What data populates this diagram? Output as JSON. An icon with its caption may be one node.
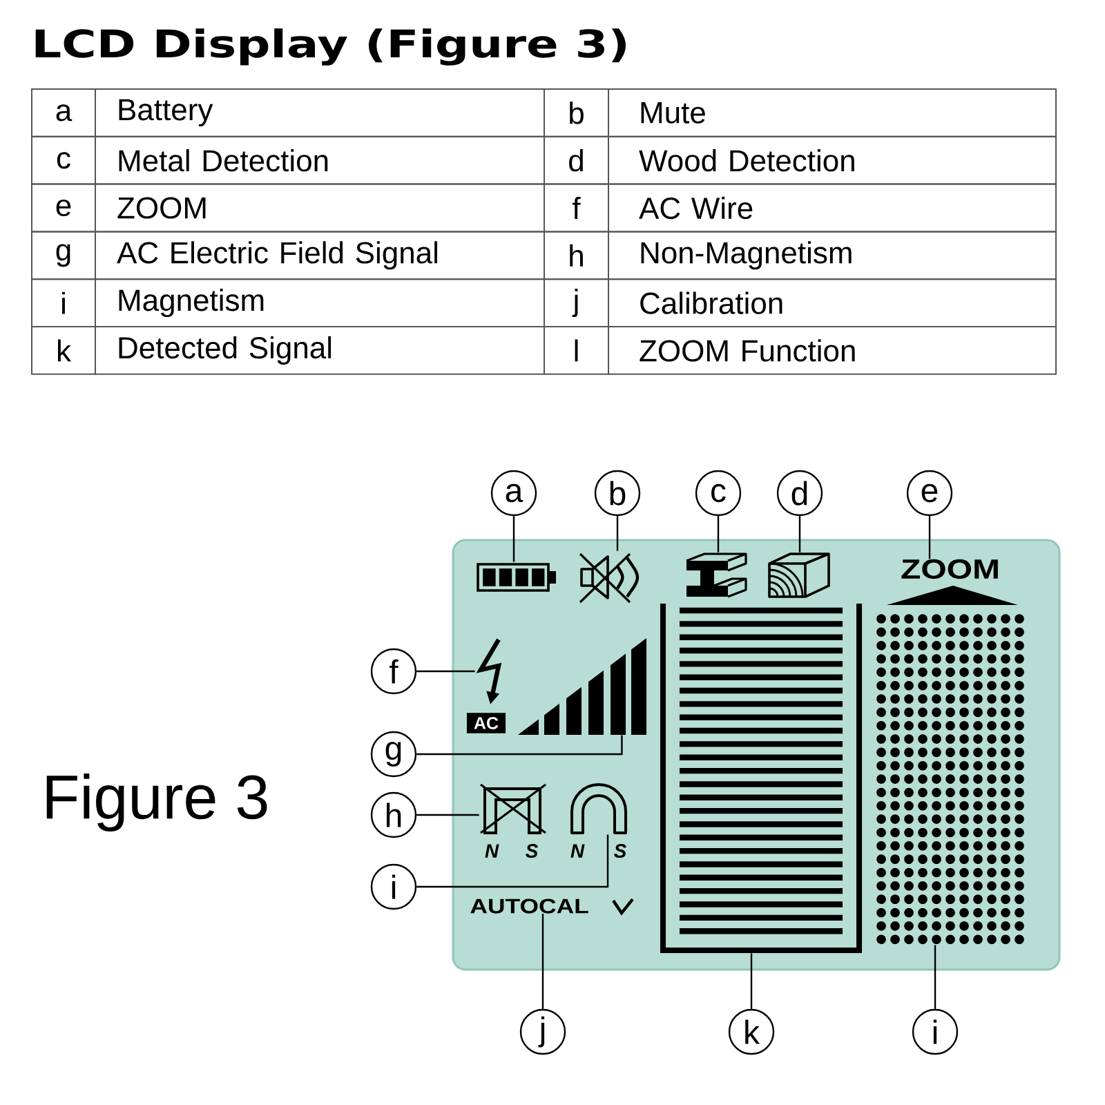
{
  "diagram": {
    "title": "LCD Display (Figure 3)",
    "nodes": [
      {
        "text": [
          "a"
        ]
      },
      {
        "text": [
          "b"
        ]
      },
      {
        "text": [
          "c"
        ]
      },
      {
        "text": [
          "d"
        ]
      },
      {
        "text": [
          "e"
        ]
      },
      {
        "text": [],
        "shape": "box"
      },
      {
        "text": [],
        "shape": "picture",
        "in": 5
      },
      {
        "text": [],
        "shape": "picture",
        "in": 5
      },
      {
        "text": [],
        "shape": "picture",
        "in": 5
      },
      {
        "text": [],
        "shape": "picture",
        "in": 5
      },
      {
        "text": [
          "ZOOM"
        ],
        "in": 5
      },
      {
        "text": [
          "f"
        ]
      },
      {
        "text": [],
        "shape": "picture",
        "in": 5
      },
      {
        "text": [
          "g"
        ]
      },
      {
        "text": [],
        "shape": "picture",
        "in": 5
      },
      {
        "text": [
          "h"
        ]
      },
      {
        "text": [],
        "shape": "picture",
        "in": 5,
        "beside": [
          "N",
          "S"
        ]
      },
      {
        "text": [
          "i"
        ]
      },
      {
        "text": [],
        "shape": "picture",
        "in": 5,
        "beside": [
          "N",
          "S"
        ]
      },
      {
        "text": [
          "AUTOCAL"
        ],
        "in": 5
      },
      {
        "text": [],
        "shape": "picture",
        "in": 5
      },
      {
        "text": [],
        "shape": "picture",
        "in": 5
      },
      {
        "text": [
          "j"
        ]
      },
      {
        "text": [
          "k"
        ]
      },
      {
        "text": [
          "i"
        ]
      }
    ],
    "edges": [
      {
        "from": 0,
        "to": 6,
        "arrow": "none"
      },
      {
        "from": 1,
        "to": 7,
        "arrow": "none"
      },
      {
        "from": 2,
        "to": 8,
        "arrow": "none"
      },
      {
        "from": 3,
        "to": 9,
        "arrow": "none"
      },
      {
        "from": 4,
        "to": 10,
        "arrow": "none"
      },
      {
        "from": 11,
        "to": 12,
        "arrow": "none"
      },
      {
        "from": 13,
        "to": 14,
        "arrow": "none"
      },
      {
        "from": 15,
        "to": 16,
        "arrow": "none"
      },
      {
        "from": 17,
        "to": 18,
        "arrow": "none"
      },
      {
        "from": 22,
        "to": 19,
        "arrow": "none"
      },
      {
        "from": 23,
        "to": 20,
        "arrow": "none"
      },
      {
        "from": 24,
        "to": 21,
        "arrow": "none"
      }
    ],
    "labels": [
      "a",
      "Battery",
      "b",
      "Mute",
      "c",
      "Metal Detection",
      "d",
      "Wood Detection",
      "e",
      "ZOOM",
      "f",
      "AC Wire",
      "g",
      "AC Electric Field Signal",
      "h",
      "Non-Magnetism",
      "i",
      "Magnetism",
      "j",
      "Calibration",
      "k",
      "Detected Signal",
      "l",
      "ZOOM Function",
      "AC",
      "Figure 3"
    ]
  }
}
